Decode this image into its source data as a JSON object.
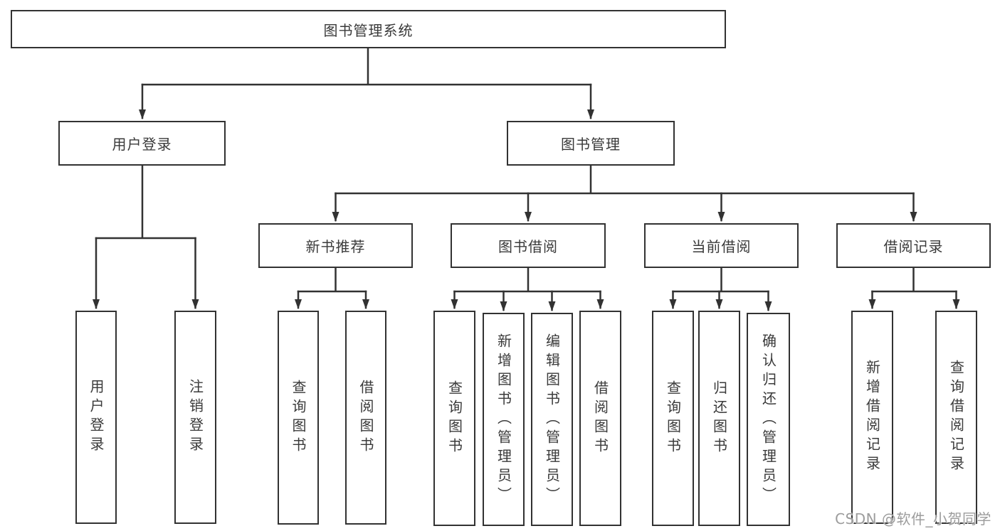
{
  "tree": {
    "root": {
      "label": "图书管理系统",
      "children": [
        {
          "label": "用户登录",
          "children": [
            {
              "label": "用户登录"
            },
            {
              "label": "注销登录"
            }
          ]
        },
        {
          "label": "图书管理",
          "children": [
            {
              "label": "新书推荐",
              "children": [
                {
                  "label": "查询图书"
                },
                {
                  "label": "借阅图书"
                }
              ]
            },
            {
              "label": "图书借阅",
              "children": [
                {
                  "label": "查询图书"
                },
                {
                  "label": "新增图书（管理员）"
                },
                {
                  "label": "编辑图书（管理员）"
                },
                {
                  "label": "借阅图书"
                }
              ]
            },
            {
              "label": "当前借阅",
              "children": [
                {
                  "label": "查询图书"
                },
                {
                  "label": "归还图书"
                },
                {
                  "label": "确认归还（管理员）"
                }
              ]
            },
            {
              "label": "借阅记录",
              "children": [
                {
                  "label": "新增借阅记录"
                },
                {
                  "label": "查询借阅记录"
                }
              ]
            }
          ]
        }
      ]
    }
  },
  "watermark": "CSDN @软件_小贺同学",
  "colors": {
    "line": "#323232",
    "box_border": "#323232",
    "text": "#3a3a3a",
    "watermark": "#9c9c9c",
    "background": "#ffffff"
  }
}
